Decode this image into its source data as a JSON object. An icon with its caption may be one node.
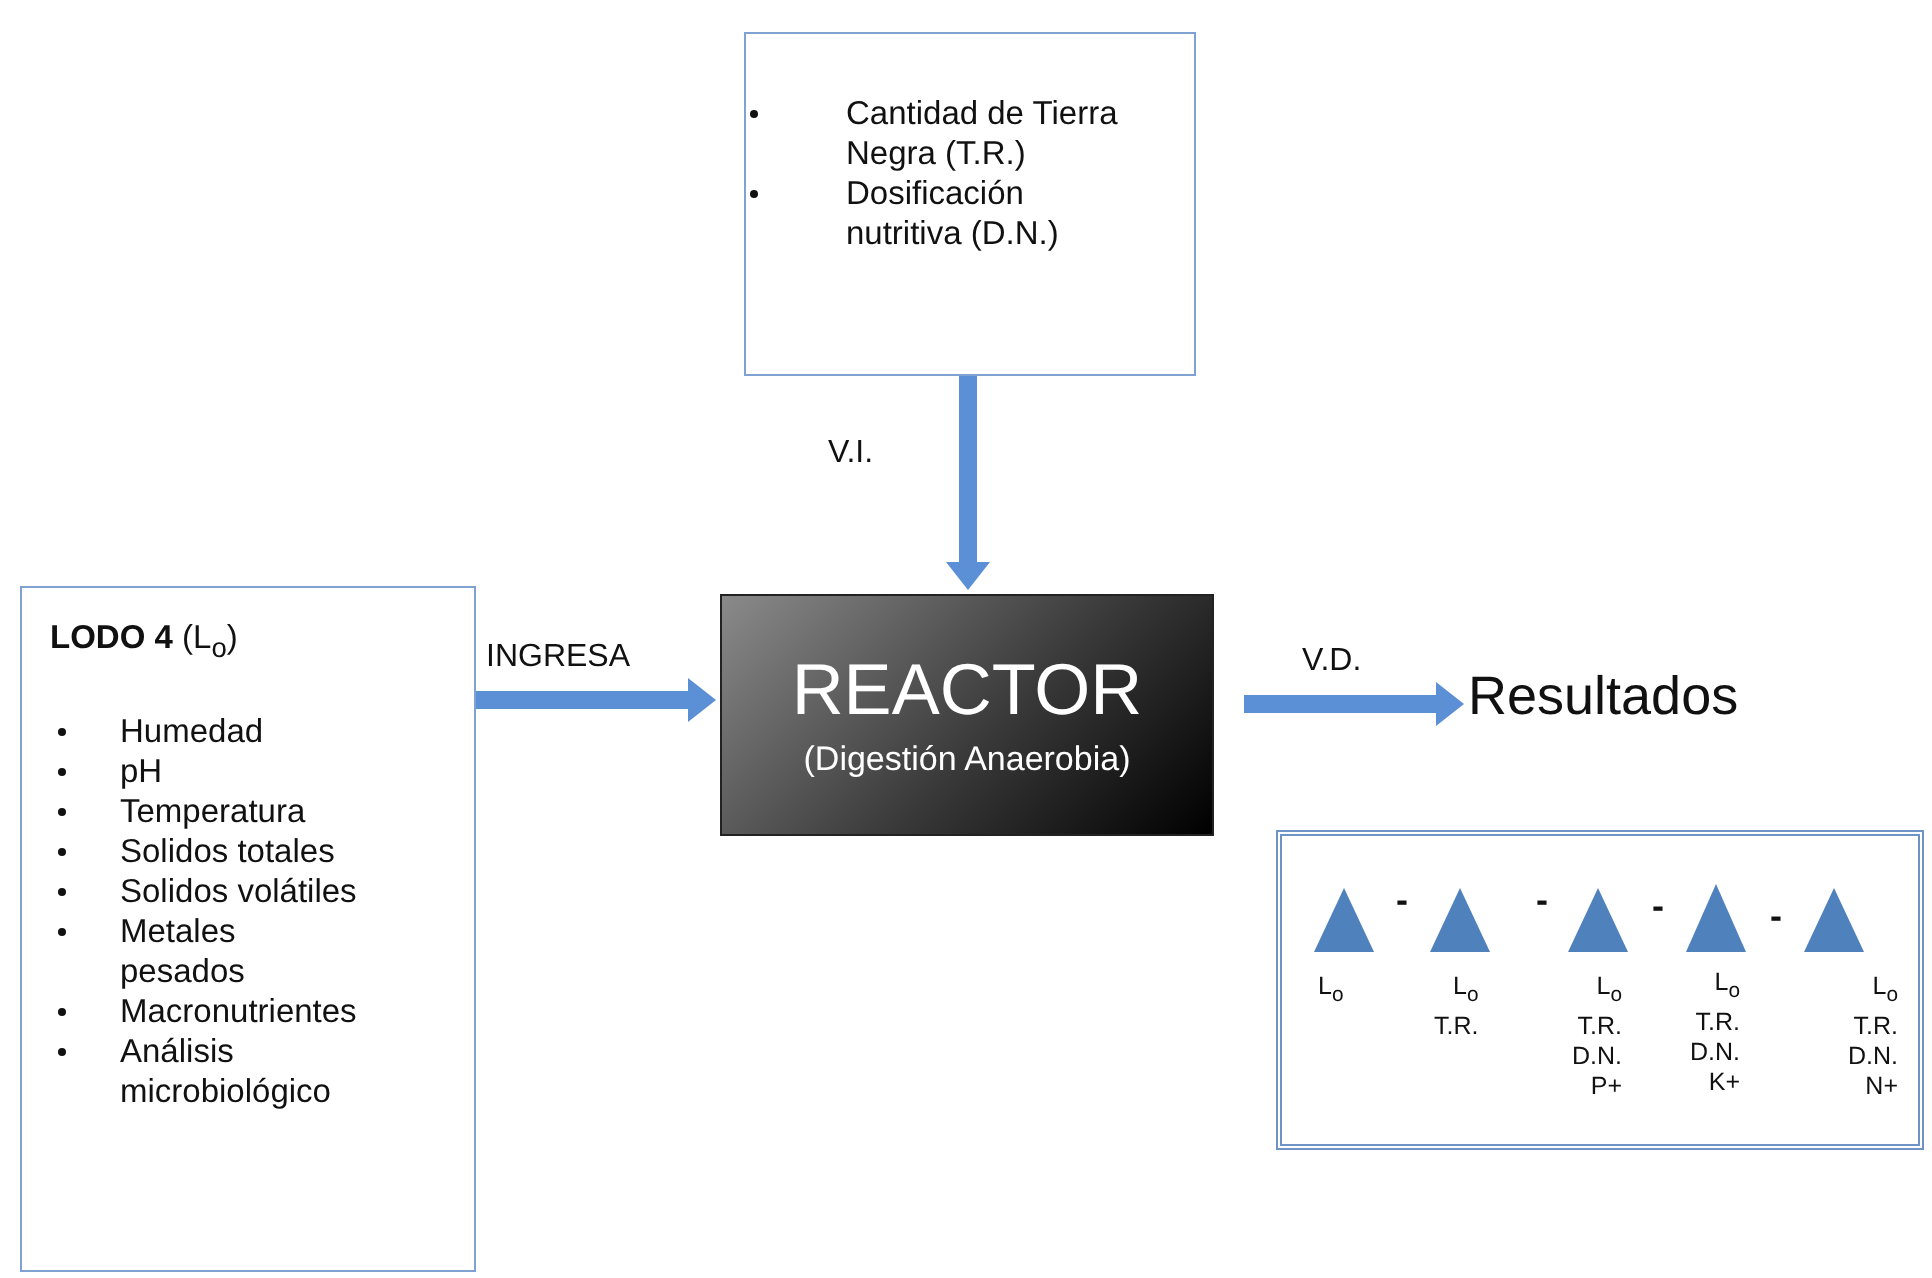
{
  "diagram": {
    "nodes": [
      {
        "text": [
          "Cantidad de Tierra Negra (T.R.)",
          "Dosificación nutritiva (D.N.)"
        ]
      },
      {
        "text": [
          "**LODO 4** (L$_{o}$)",
          "Humedad",
          "pH",
          "Temperatura",
          "Solidos totales",
          "Solidos volátiles",
          "Metales pesados",
          "Macronutrientes",
          "Análisis microbiológico"
        ]
      },
      {
        "text": [
          "REACTOR",
          "(Digestión Anaerobia)"
        ]
      },
      {
        "text": [
          "Resultados"
        ]
      },
      {
        "text": [],
        "shape": "box"
      },
      {
        "text": [],
        "shape": "triangle",
        "in": 4,
        "beside": [
          "L$_{o}$"
        ]
      },
      {
        "text": [],
        "shape": "triangle",
        "in": 4,
        "beside": [
          "L$_{o}$ T.R."
        ]
      },
      {
        "text": [],
        "shape": "triangle",
        "in": 4,
        "beside": [
          "L$_{o}$ T.R. D.N. P+"
        ]
      },
      {
        "text": [],
        "shape": "triangle",
        "in": 4,
        "beside": [
          "L$_{o}$ T.R. D.N. K+"
        ]
      },
      {
        "text": [],
        "shape": "triangle",
        "in": 4,
        "beside": [
          "L$_{o}$ T.R. D.N. N+"
        ]
      }
    ],
    "edges": [
      {
        "from": 0,
        "to": 2,
        "arrow": "to",
        "label": "V.I."
      },
      {
        "from": 1,
        "to": 2,
        "arrow": "to",
        "label": "INGRESA"
      },
      {
        "from": 2,
        "to": 3,
        "arrow": "to",
        "label": "V.D."
      }
    ],
    "labels": [
      "-",
      "-",
      "-",
      "-"
    ]
  }
}
